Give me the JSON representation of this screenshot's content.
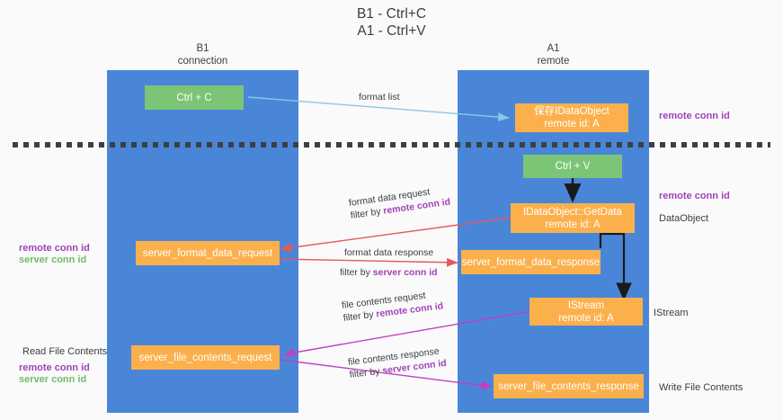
{
  "title": {
    "line1": "B1 - Ctrl+C",
    "line2": "A1 - Ctrl+V"
  },
  "columns": [
    {
      "name": "B1",
      "sub": "connection"
    },
    {
      "name": "A1",
      "sub": "remote"
    }
  ],
  "nodes": {
    "ctrl_c": {
      "label": "Ctrl + C"
    },
    "save_idataobject": {
      "line1": "保存IDataObject",
      "line2": "remote id: A"
    },
    "ctrl_v": {
      "label": "Ctrl + V"
    },
    "idataobject_getdata": {
      "line1": "IDataObject::GetData",
      "line2": "remote id: A"
    },
    "server_format_data_request": {
      "label": "server_format_data_request"
    },
    "server_format_data_response": {
      "label": "server_format_data_response"
    },
    "istream": {
      "line1": "IStream",
      "line2": "remote id: A"
    },
    "server_file_contents_request": {
      "label": "server_file_contents_request"
    },
    "server_file_contents_response": {
      "label": "server_file_contents_response"
    }
  },
  "edges": {
    "format_list": {
      "label": "format list"
    },
    "format_data_request": {
      "l1": "format data request",
      "l2_prefix": "filter by ",
      "l2_key": "remote conn id"
    },
    "format_data_response": {
      "l1": "format data response",
      "l2_prefix": "filter by ",
      "l2_key": "server conn id"
    },
    "file_contents_request": {
      "l1": "file contents request",
      "l2_prefix": "filter by ",
      "l2_key": "remote conn id"
    },
    "file_contents_response": {
      "l1": "file contents response",
      "l2_prefix": "filter by ",
      "l2_key": "server conn id"
    }
  },
  "annotations": {
    "right_remote_conn_id_top": "remote conn id",
    "right_remote_conn_id_mid": "remote conn id",
    "right_dataobject": "DataObject",
    "right_istream": "IStream",
    "right_write_file_contents": "Write File Contents",
    "left_remote_conn_id_mid": "remote conn id",
    "left_server_conn_id_mid": "server conn id",
    "left_read_file_contents": "Read File Contents",
    "left_remote_conn_id_bot": "remote conn id",
    "left_server_conn_id_bot": "server conn id"
  },
  "colors": {
    "lane": "#4a86d8",
    "green_node": "#7cc576",
    "orange_node": "#fbb04c",
    "purple_text": "#a142b8",
    "green_text": "#72bb6a",
    "arrow_lightblue": "#8ec4e8",
    "arrow_red": "#e2595c",
    "arrow_magenta": "#c23fc2",
    "arrow_black": "#1a1a1a",
    "background": "#fafafa"
  }
}
